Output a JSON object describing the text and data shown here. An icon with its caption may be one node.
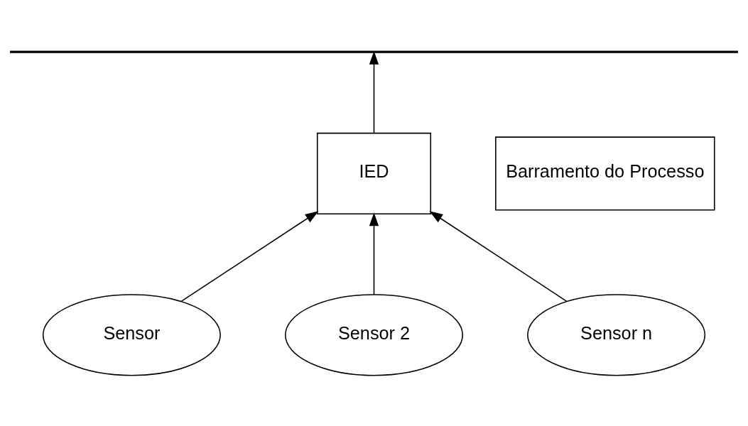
{
  "diagram": {
    "nodes": [
      {
        "text": [],
        "shape": "bar"
      },
      {
        "text": [
          "Barramento do Processo"
        ]
      },
      {
        "text": [
          "IED"
        ]
      },
      {
        "text": [
          "Sensor"
        ]
      },
      {
        "text": [
          "Sensor 2"
        ]
      },
      {
        "text": [
          "Sensor n"
        ]
      }
    ],
    "edges": [
      {
        "from": 2,
        "to": 0,
        "arrow": "to"
      },
      {
        "from": 3,
        "to": 2,
        "arrow": "to"
      },
      {
        "from": 4,
        "to": 2,
        "arrow": "to"
      },
      {
        "from": 5,
        "to": 2,
        "arrow": "to"
      }
    ]
  }
}
